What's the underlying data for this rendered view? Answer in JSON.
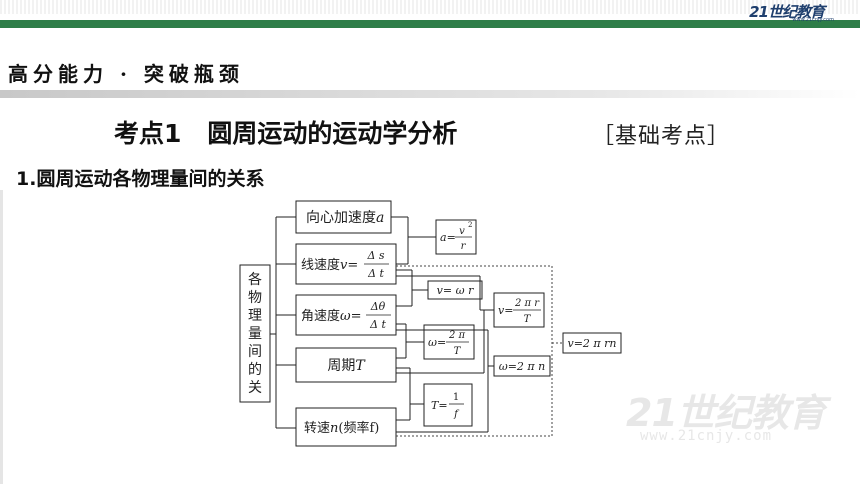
{
  "header": {
    "logo_text": "21世纪教育",
    "logo_sub": "www.21cnjy.com"
  },
  "section_title": "高分能力 · 突破瓶颈",
  "kaodian": {
    "label": "考点1",
    "title": "圆周运动的运动学分析",
    "badge": "［基础考点］"
  },
  "subtitle": "1.圆周运动各物理量间的关系",
  "diagram": {
    "root_label": "各物理量间的关系",
    "accel_label": "向心加速度",
    "accel_var": "a",
    "linear_label": "线速度",
    "linear_var": "v",
    "delta_s": "Δ s",
    "delta_t": "Δ t",
    "angular_label": "角速度",
    "angular_var": "ω",
    "delta_theta": "Δθ",
    "period_label": "周期",
    "period_var": "T",
    "freq_label": "转速",
    "freq_var": "n",
    "freq_extra": "(频率f)",
    "eq_sign": "=",
    "f_accel_lhs": "a",
    "f_accel_num": "v",
    "f_accel_exp": "2",
    "f_accel_den": "r",
    "f_v_omega_r": "v= ω r",
    "f_v_lhs": "v",
    "f_v_num": "2 π r",
    "f_v_den": "T",
    "f_omega_lhs": "ω",
    "f_omega_num": "2 π",
    "f_omega_den": "T",
    "f_omega_n": "ω=2 π n",
    "f_T_lhs": "T",
    "f_T_num": "1",
    "f_T_den": "f",
    "f_v_final": "v=2 π rn"
  },
  "watermark": {
    "text": "21世纪教育",
    "url": "www.21cnjy.com"
  }
}
